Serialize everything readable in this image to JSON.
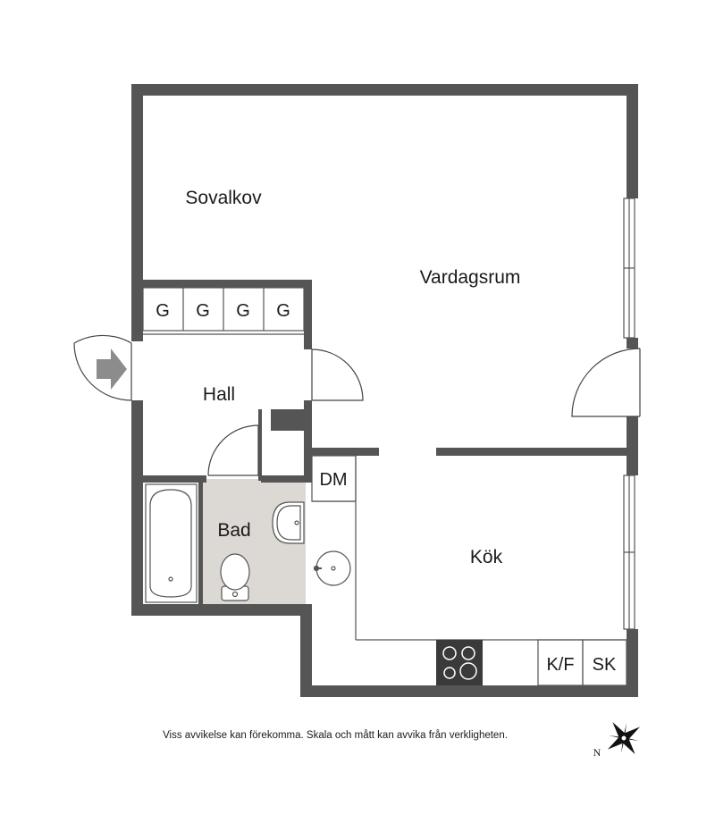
{
  "rooms": {
    "sovalkov": "Sovalkov",
    "vardagsrum": "Vardagsrum",
    "hall": "Hall",
    "bad": "Bad",
    "kok": "Kök"
  },
  "fixtures": {
    "wardrobe": [
      "G",
      "G",
      "G",
      "G"
    ],
    "dishwasher": "DM",
    "fridge_freezer": "K/F",
    "cabinet": "SK"
  },
  "disclaimer": "Viss avvikelse kan förekomma. Skala och mått kan avvika från verkligheten.",
  "compass": {
    "north_label": "N"
  },
  "colors": {
    "wall": "#555555",
    "bathroom_floor": "#dcd8d4",
    "entrance_arrow": "#8c8c8c",
    "stove": "#3a3a3a"
  }
}
